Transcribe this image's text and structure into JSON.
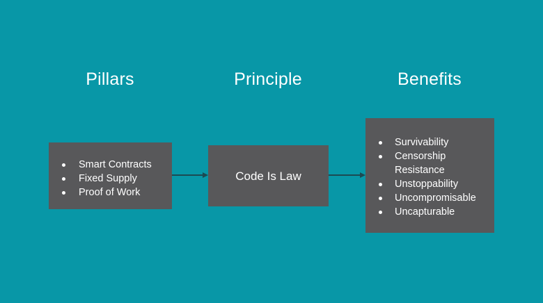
{
  "diagram": {
    "background_color": "#0897a7",
    "node_color": "#58585a",
    "text_color": "#ffffff",
    "arrow_color": "#1c4a52",
    "headers": {
      "pillars": "Pillars",
      "principle": "Principle",
      "benefits": "Benefits"
    },
    "nodes": {
      "pillars": {
        "items": [
          "Smart Contracts",
          "Fixed Supply",
          "Proof of Work"
        ]
      },
      "principle": {
        "label": "Code Is Law"
      },
      "benefits": {
        "items": [
          "Survivability",
          "Censorship Resistance",
          "Unstoppability",
          "Uncompromisable",
          "Uncapturable"
        ]
      }
    },
    "arrows": [
      {
        "name": "pillars-to-principle",
        "from": "pillars",
        "to": "principle"
      },
      {
        "name": "principle-to-benefits",
        "from": "principle",
        "to": "benefits"
      }
    ]
  }
}
